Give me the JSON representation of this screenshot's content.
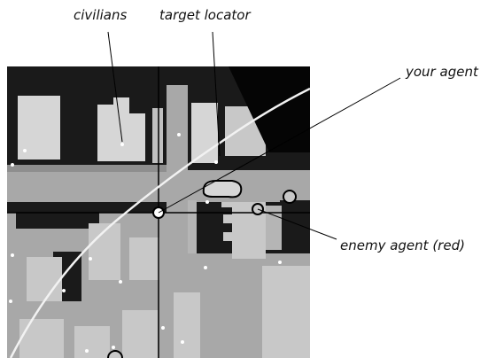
{
  "labels": {
    "civilians": "civilians",
    "target_locator": "target locator",
    "your_agent": "your agent",
    "enemy_agent": "enemy agent (red)"
  },
  "colors": {
    "background": "#ffffff",
    "map_dark": "#1a1a1a",
    "road": "#a8a8a8",
    "block": "#c8c8c8",
    "building": "#d6d6d6",
    "pen": "#000000",
    "locator": "#f2f2f2"
  }
}
